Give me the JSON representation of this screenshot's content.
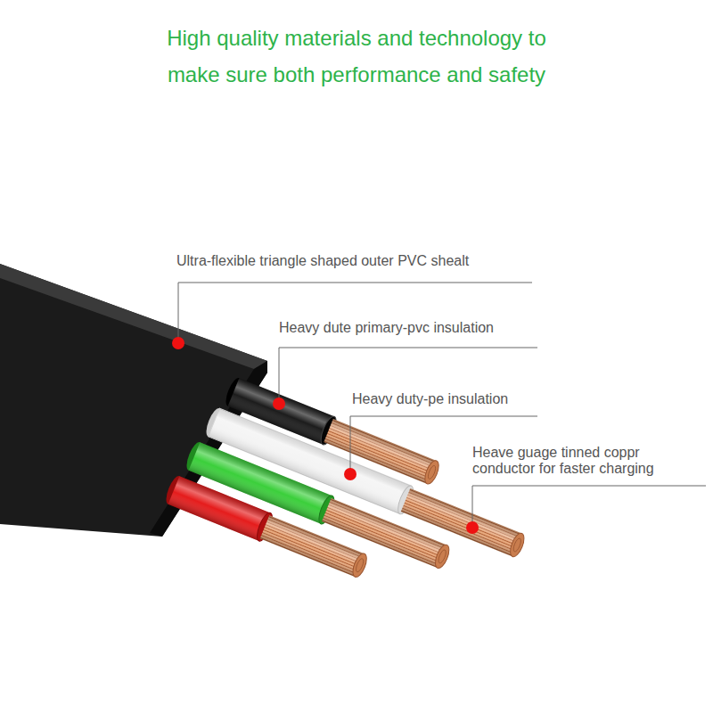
{
  "diagram": {
    "title": "High quality materials and technology to make sure both performance and safety",
    "labels": [
      "Ultra-flexible triangle shaped outer PVC shealt",
      "Heavy dute primary-pvc insulation",
      "Heavy duty-pe insulation",
      "Heave guage tinned coppr conductor for faster charging"
    ]
  }
}
